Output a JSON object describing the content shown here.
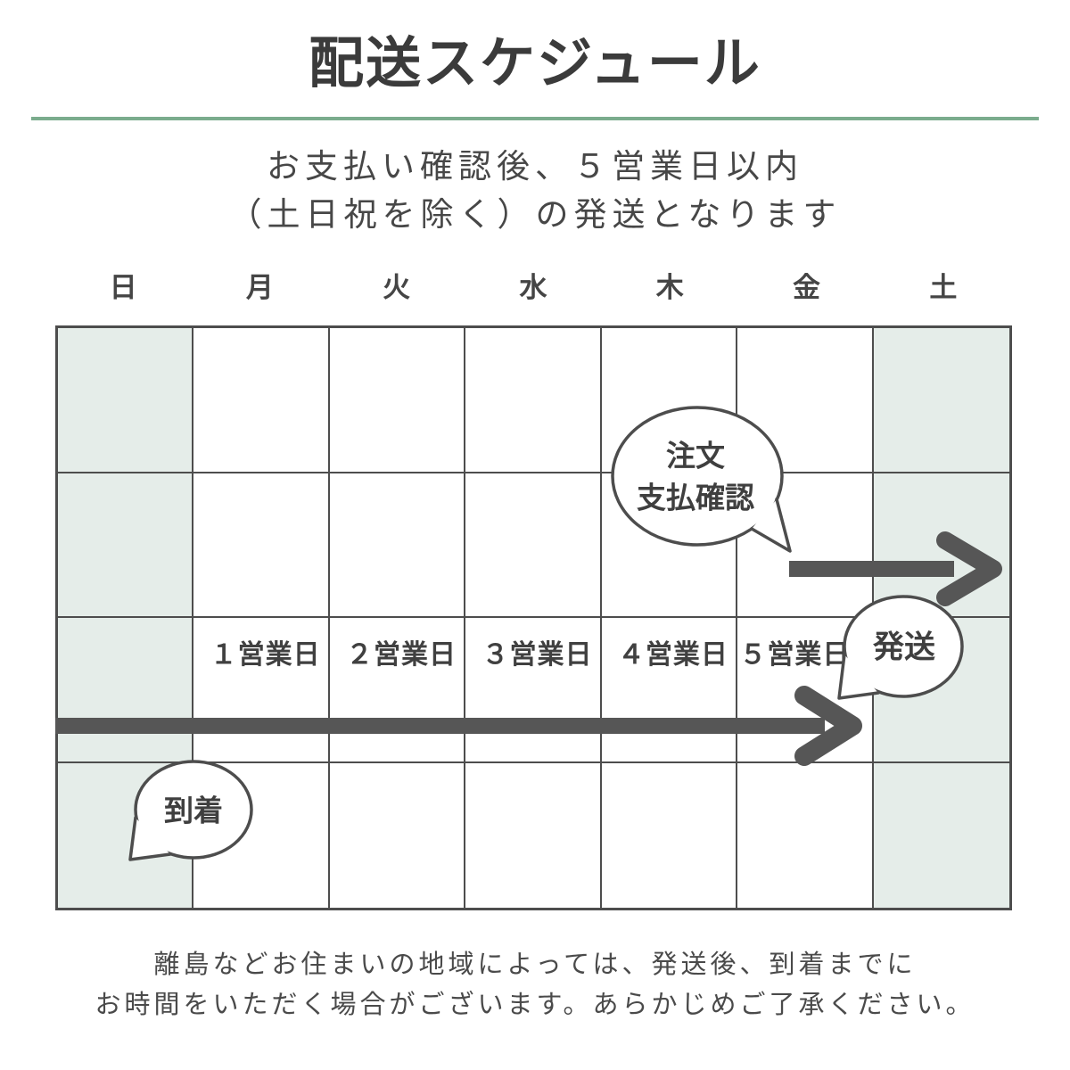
{
  "title": "配送スケジュール",
  "subtitle": {
    "line1": "お支払い確認後、５営業日以内",
    "line2": "（土日祝を除く）の発送となります"
  },
  "calendar": {
    "days": [
      "日",
      "月",
      "火",
      "水",
      "木",
      "金",
      "土"
    ],
    "business_day_labels": [
      "１営業日",
      "２営業日",
      "３営業日",
      "４営業日",
      "５営業日"
    ]
  },
  "bubbles": {
    "order_line1": "注文",
    "order_line2": "支払確認",
    "shipping": "発送",
    "arrival": "到着"
  },
  "footer": {
    "line1": "離島などお住まいの地域によっては、発送後、到着までに",
    "line2": "お時間をいただく場合がございます。あらかじめご了承ください。"
  },
  "colors": {
    "accent_green": "#7bac8d",
    "weekend_fill": "#e5ede9",
    "grid_line": "#4d4d4d",
    "arrow_gray": "#565656",
    "text_dark": "#3b3b3b"
  }
}
